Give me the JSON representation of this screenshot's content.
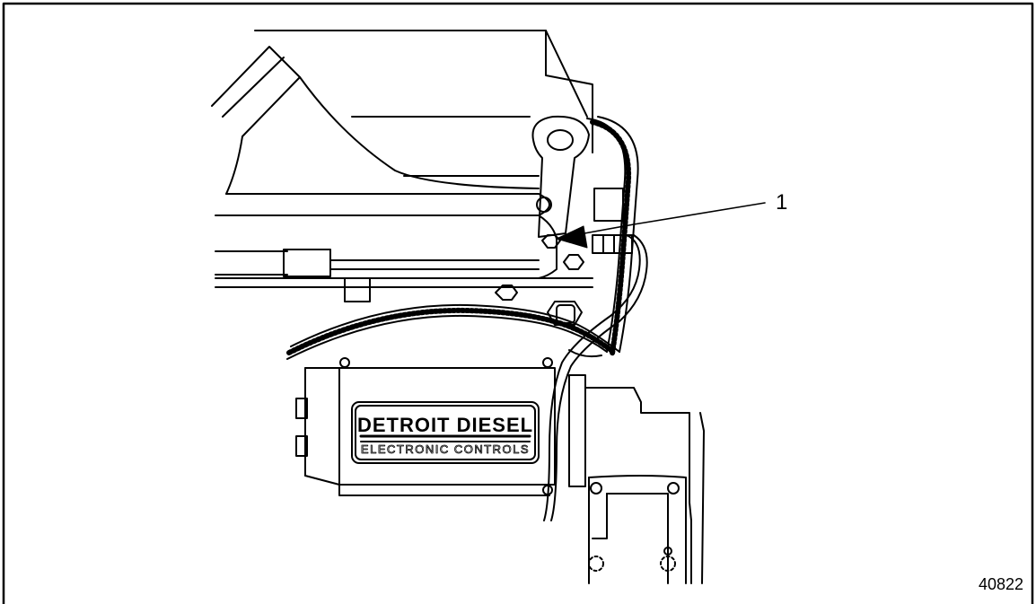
{
  "figure": {
    "callout_label": "1",
    "figure_number": "40822",
    "logo": {
      "line1": "DETROIT DIESEL",
      "line2": "ELECTRONIC CONTROLS"
    }
  },
  "colors": {
    "ink": "#000000",
    "paper": "#ffffff"
  }
}
